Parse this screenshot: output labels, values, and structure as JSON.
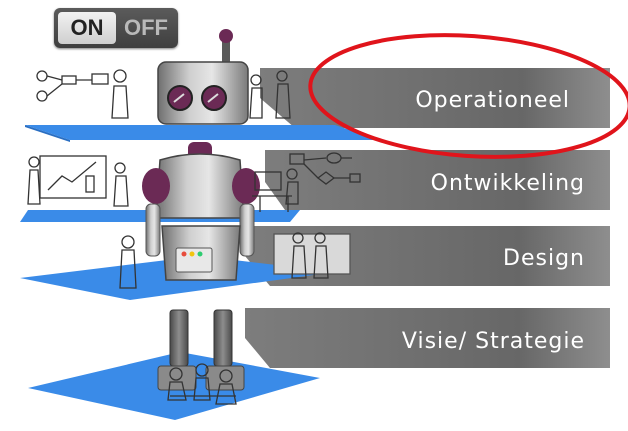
{
  "toggle": {
    "on_label": "ON",
    "off_label": "OFF"
  },
  "layers": [
    {
      "label": "Operationeel",
      "highlighted": true
    },
    {
      "label": "Ontwikkeling",
      "highlighted": false
    },
    {
      "label": "Design",
      "highlighted": false
    },
    {
      "label": "Visie/ Strategie",
      "highlighted": false
    }
  ],
  "colors": {
    "platform": "#3a8be8",
    "banner": "#6a6a6a",
    "highlight": "#e0141b",
    "robot_accent": "#6b2a55"
  },
  "icons": [
    "toggle-switch",
    "robot",
    "people-sketch",
    "flowchart-sketch",
    "chart-board-sketch",
    "computer-desk-sketch"
  ]
}
